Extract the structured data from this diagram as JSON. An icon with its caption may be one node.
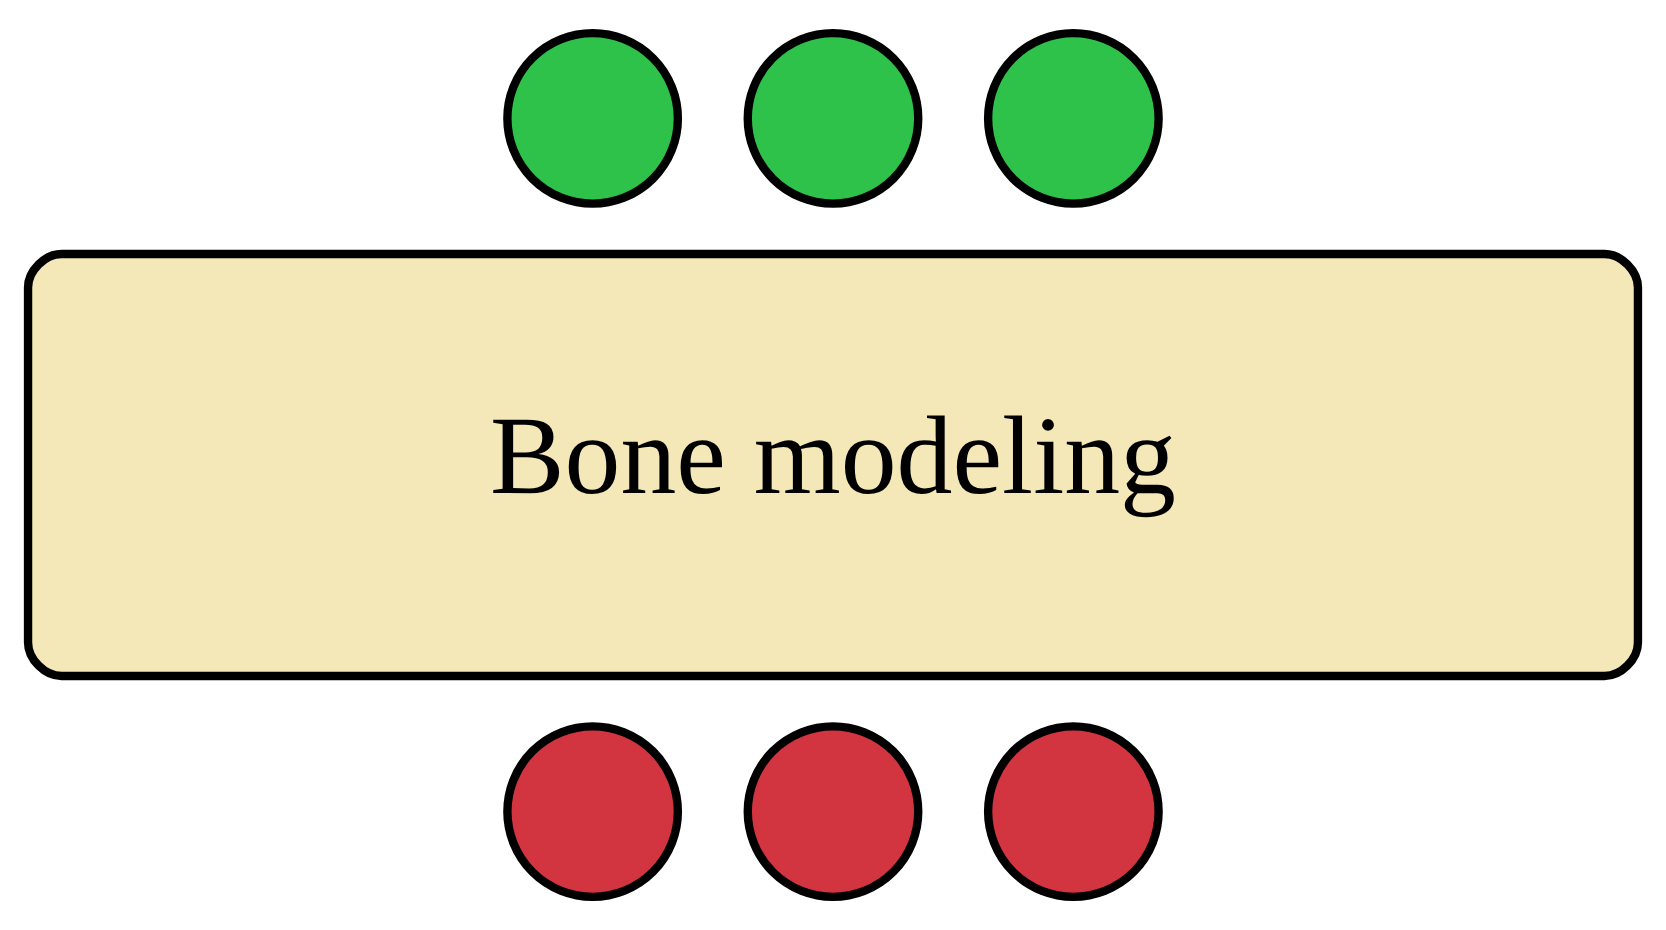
{
  "diagram": {
    "nodes": [
      {
        "text": [],
        "shape": "circle"
      },
      {
        "text": [],
        "shape": "circle"
      },
      {
        "text": [],
        "shape": "circle"
      },
      {
        "text": [
          "Bone modeling"
        ]
      },
      {
        "text": [],
        "shape": "circle"
      },
      {
        "text": [],
        "shape": "circle"
      },
      {
        "text": [],
        "shape": "circle"
      }
    ]
  }
}
